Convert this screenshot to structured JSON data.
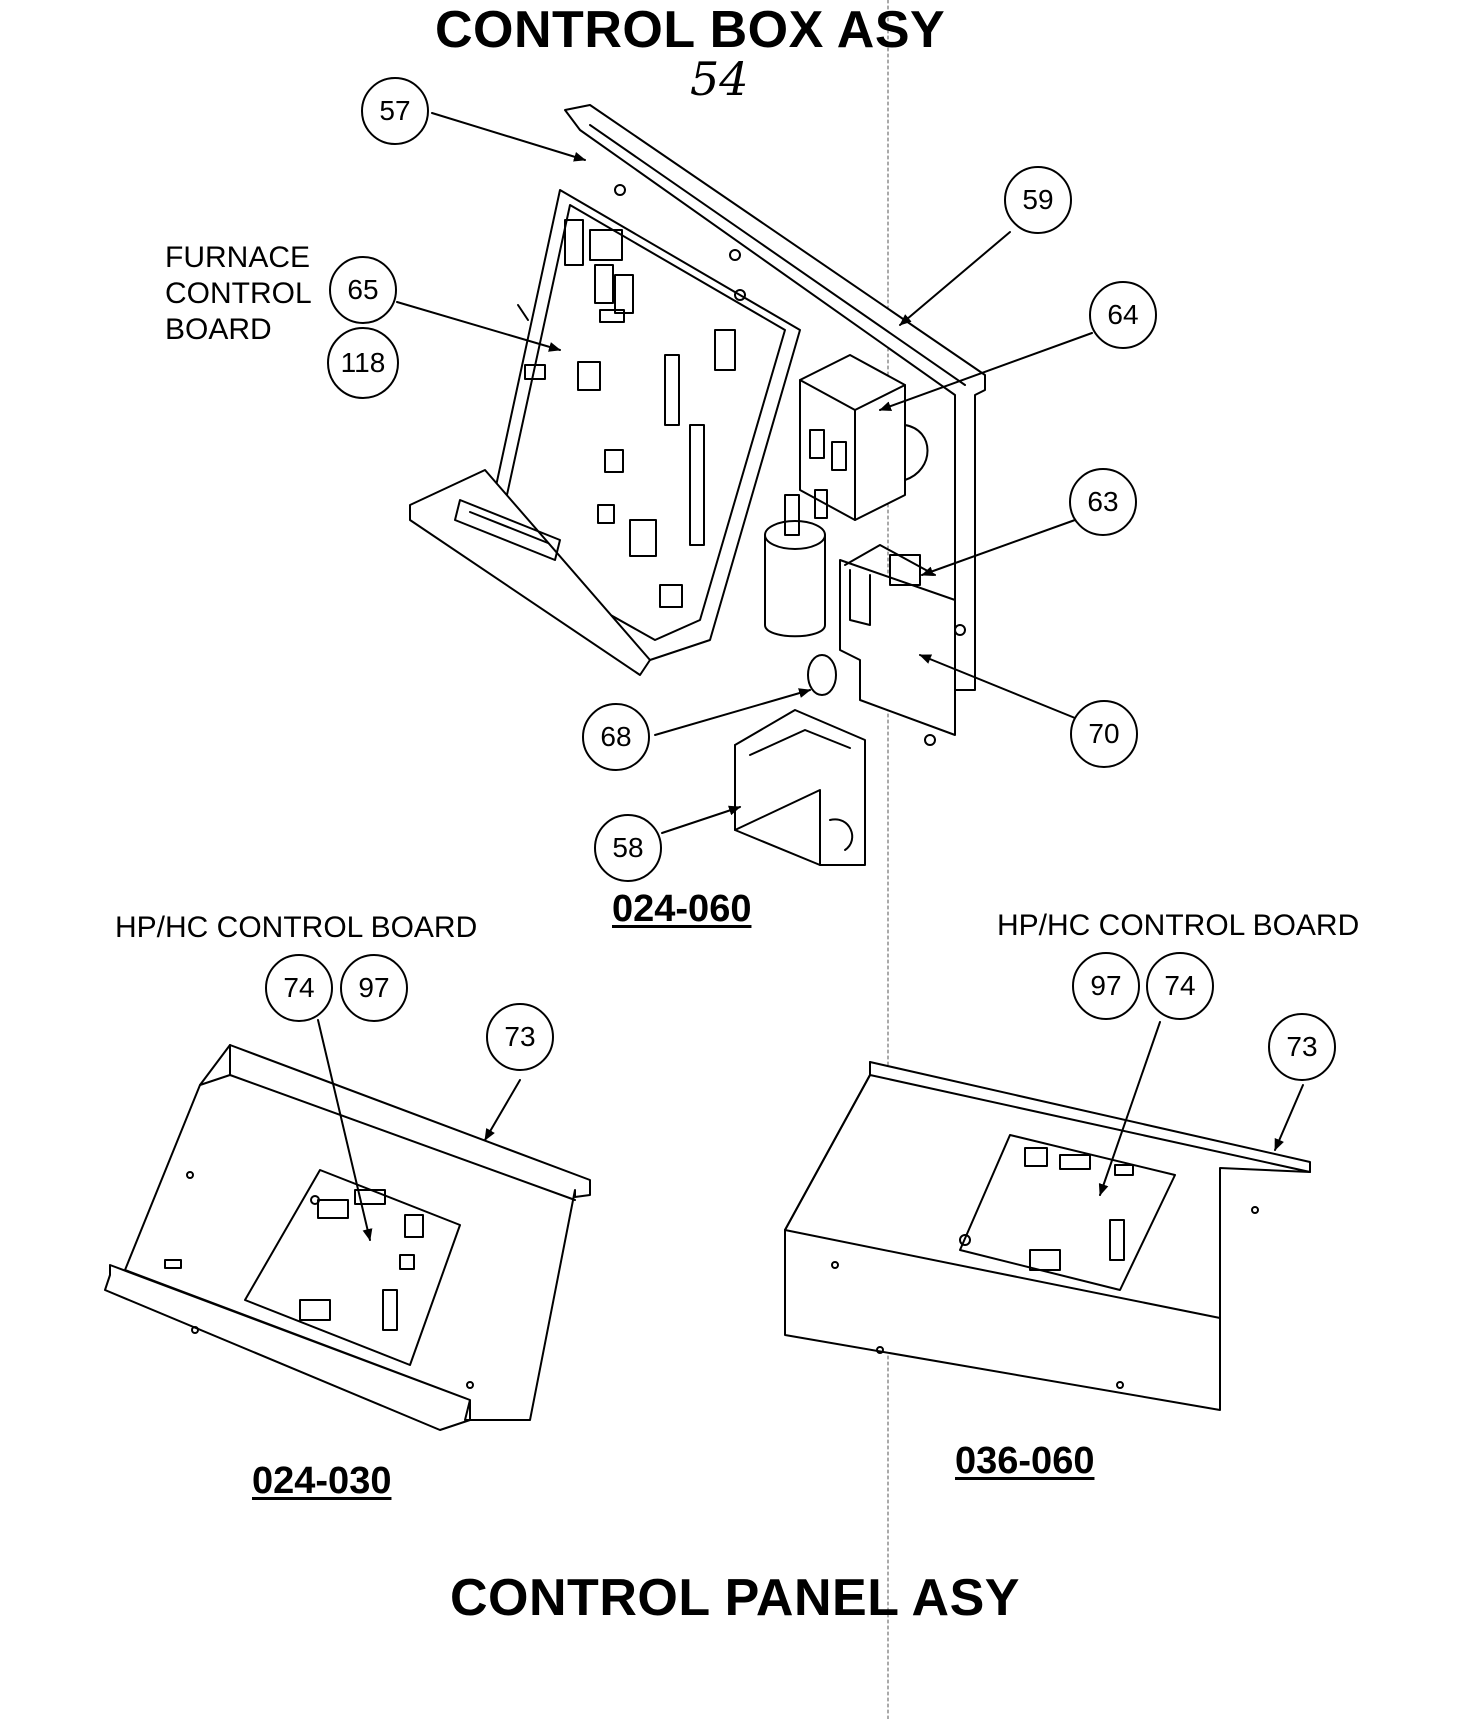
{
  "header": {
    "title": "CONTROL BOX ASY",
    "page_number": "54"
  },
  "footer": {
    "title": "CONTROL PANEL ASY"
  },
  "top_assembly": {
    "board_label_lines": [
      "FURNACE",
      "CONTROL",
      "BOARD"
    ],
    "model": "024-060",
    "callouts": [
      "57",
      "59",
      "65",
      "118",
      "64",
      "63",
      "70",
      "68",
      "58"
    ]
  },
  "left_panel": {
    "board_label": "HP/HC CONTROL BOARD",
    "model": "024-030",
    "callouts": [
      "74",
      "97",
      "73"
    ]
  },
  "right_panel": {
    "board_label": "HP/HC CONTROL BOARD",
    "model": "036-060",
    "callouts": [
      "97",
      "74",
      "73"
    ]
  },
  "colors": {
    "ink": "#000000",
    "paper": "#ffffff"
  }
}
